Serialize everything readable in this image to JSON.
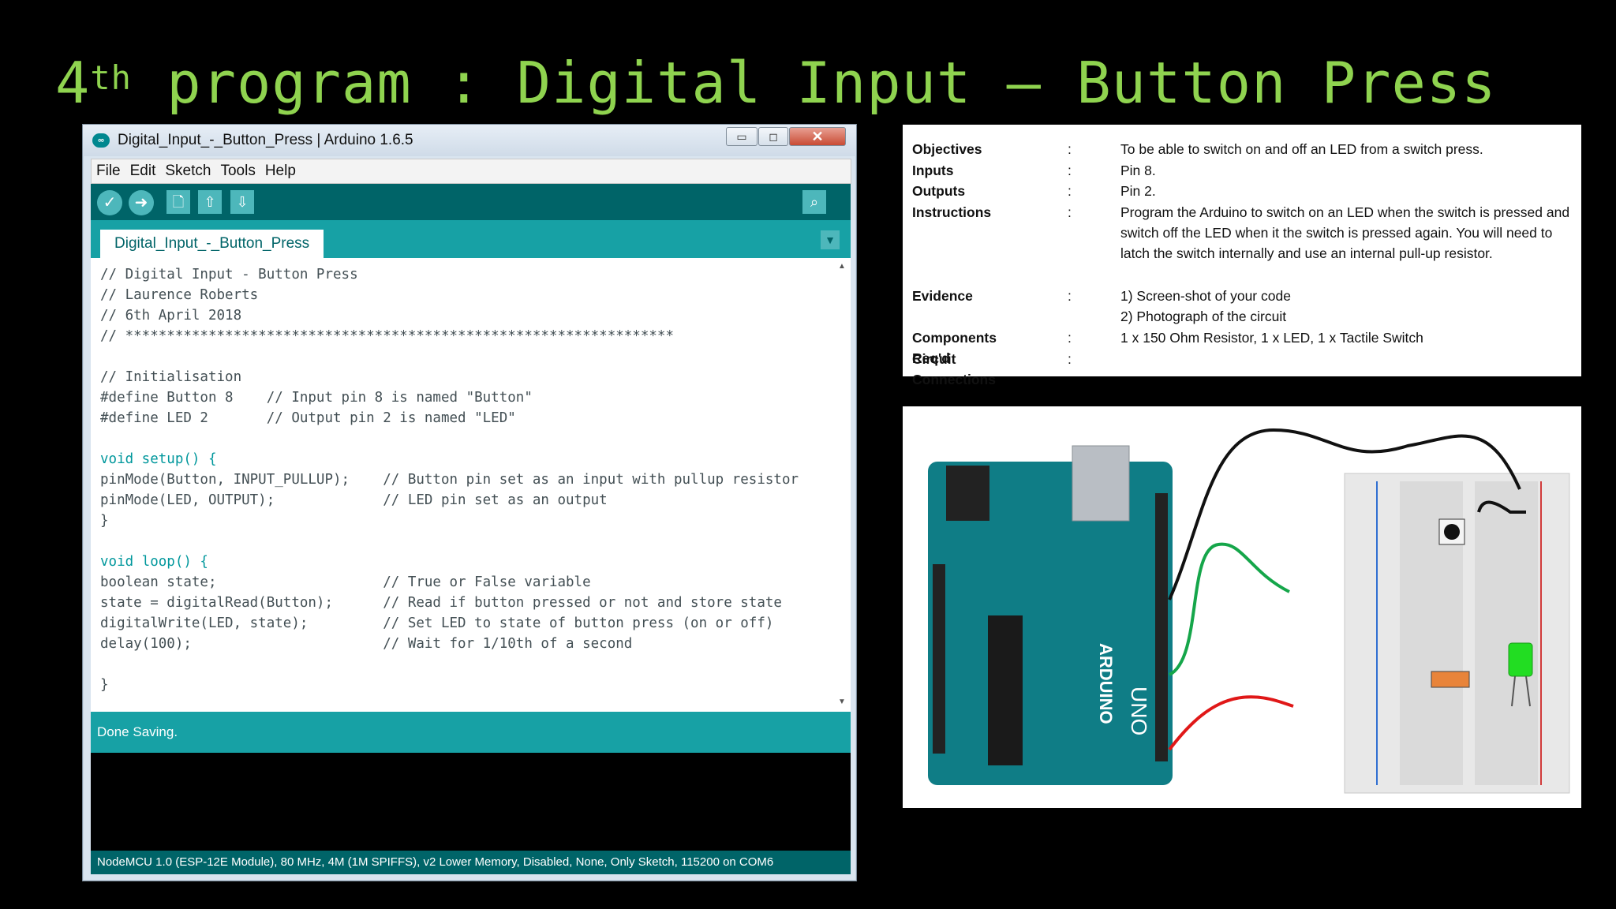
{
  "slide": {
    "title_num": "4",
    "title_sup": "th",
    "title_rest": " program : Digital Input – Button Press"
  },
  "window": {
    "title": "Digital_Input_-_Button_Press | Arduino 1.6.5",
    "controls": {
      "minimize": "▭",
      "maximize": "◻",
      "close": "✕"
    }
  },
  "menu": [
    "File",
    "Edit",
    "Sketch",
    "Tools",
    "Help"
  ],
  "toolbar": {
    "buttons": [
      "verify-icon",
      "upload-icon",
      "new-icon",
      "open-icon",
      "save-icon"
    ],
    "serial_monitor": "serial-monitor-icon"
  },
  "tab": {
    "label": "Digital_Input_-_Button_Press"
  },
  "code_lines": [
    "// Digital Input - Button Press",
    "// Laurence Roberts",
    "// 6th April 2018",
    "// ******************************************************************",
    "",
    "// Initialisation",
    "#define Button 8    // Input pin 8 is named \"Button\"",
    "#define LED 2       // Output pin 2 is named \"LED\"",
    "",
    "void setup() {",
    "pinMode(Button, INPUT_PULLUP);    // Button pin set as an input with pullup resistor",
    "pinMode(LED, OUTPUT);             // LED pin set as an output",
    "}",
    "",
    "void loop() {",
    "boolean state;                    // True or False variable",
    "state = digitalRead(Button);      // Read if button pressed or not and store state",
    "digitalWrite(LED, state);         // Set LED to state of button press (on or off)",
    "delay(100);                       // Wait for 1/10th of a second",
    "",
    "}"
  ],
  "status": "Done Saving.",
  "footer": "NodeMCU 1.0 (ESP-12E Module), 80 MHz, 4M (1M SPIFFS), v2 Lower Memory, Disabled, None, Only Sketch, 115200 on COM6",
  "info": [
    {
      "label": "Objectives",
      "value": "To be able to switch on and off an LED from a switch press."
    },
    {
      "label": "Inputs",
      "value": "Pin 8."
    },
    {
      "label": "Outputs",
      "value": "Pin 2."
    },
    {
      "label": "Instructions",
      "value": "Program the Arduino to switch on an LED when the switch is pressed and switch off the LED when it the switch is pressed again.  You will need to latch the switch internally and use an internal pull-up resistor."
    },
    {
      "label": "Evidence",
      "value": "1) Screen-shot of your code"
    },
    {
      "label": "",
      "value": "2) Photograph of the circuit"
    },
    {
      "label": "Components Req'd",
      "value": "1 x 150 Ohm Resistor, 1 x LED, 1 x Tactile Switch"
    },
    {
      "label": "Circuit Connections",
      "value": ""
    }
  ],
  "info_colon": ":",
  "diagram": {
    "board_label": "ARDUINO",
    "board_model": "UNO",
    "wire_colors": {
      "black": "#111111",
      "green": "#15a64a",
      "red": "#e01818"
    },
    "led_color": "#22dd22",
    "resistor_color": "#e8843a",
    "board_color": "#0f7d86"
  }
}
